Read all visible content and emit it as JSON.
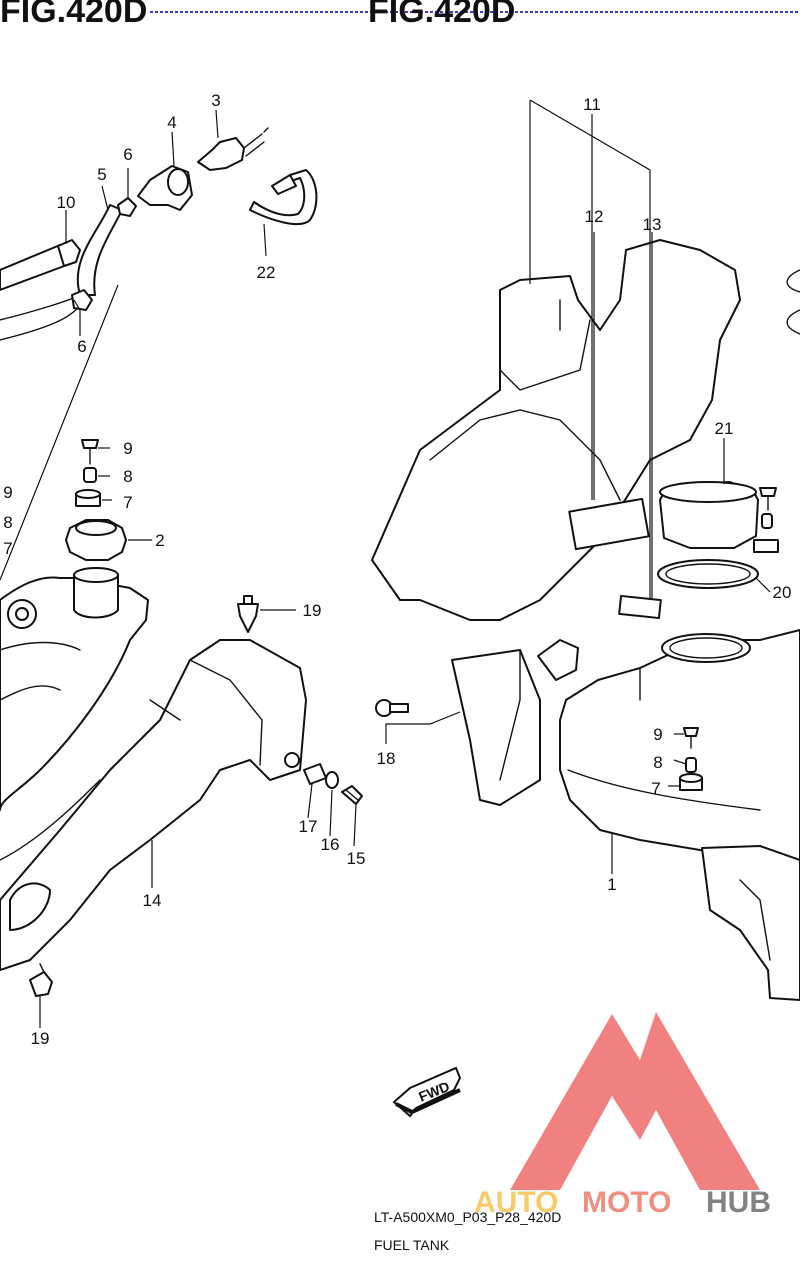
{
  "header": {
    "left_title": "FIG.420D",
    "center_title": "FIG.420D"
  },
  "callouts": {
    "c1": "1",
    "c2": "2",
    "c3": "3",
    "c4": "4",
    "c5": "5",
    "c6a": "6",
    "c6b": "6",
    "c7a": "7",
    "c7b": "7",
    "c7c": "7",
    "c8a": "8",
    "c8b": "8",
    "c8c": "8",
    "c9a": "9",
    "c9b": "9",
    "c9c": "9",
    "c10": "10",
    "c11": "11",
    "c12": "12",
    "c13": "13",
    "c14": "14",
    "c15": "15",
    "c16": "16",
    "c17": "17",
    "c18": "18",
    "c19a": "19",
    "c19b": "19",
    "c20": "20",
    "c21": "21",
    "c22": "22"
  },
  "fwd_label": "FWD",
  "footer": {
    "drawing_code": "LT-A500XM0_P03_P28_420D",
    "title": "FUEL TANK"
  },
  "watermark": {
    "text_part1": "AUTO",
    "text_part2": "MOTO",
    "text_part3": "HUB",
    "colors": {
      "triangle": "#ef6b6b",
      "auto": "#f6c24f",
      "moto": "#ef7b6b",
      "hub": "#6d6d6d"
    }
  }
}
